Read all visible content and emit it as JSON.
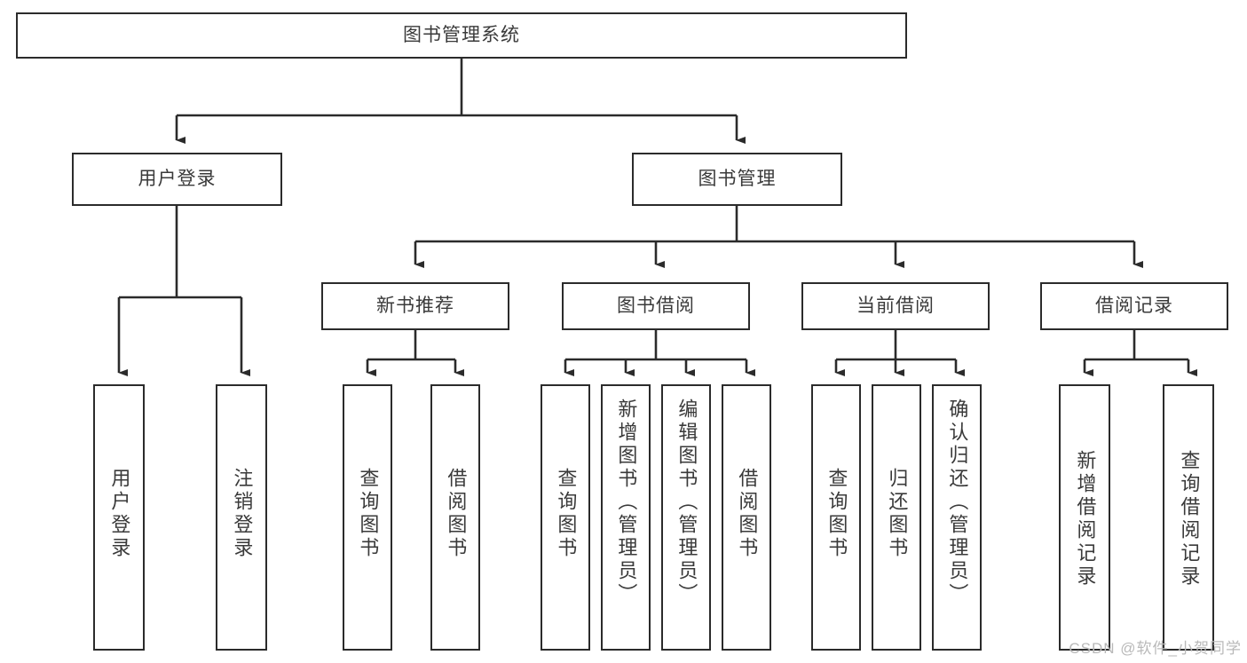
{
  "diagram": {
    "title": "图书管理系统",
    "root": {
      "label": "图书管理系统"
    },
    "level2": [
      {
        "label": "用户登录"
      },
      {
        "label": "图书管理"
      }
    ],
    "level3": [
      {
        "label": "新书推荐"
      },
      {
        "label": "图书借阅"
      },
      {
        "label": "当前借阅"
      },
      {
        "label": "借阅记录"
      }
    ],
    "leaves": {
      "user_login": [
        {
          "label": "用户登录"
        },
        {
          "label": "注销登录"
        }
      ],
      "new_book": [
        {
          "label": "查询图书"
        },
        {
          "label": "借阅图书"
        }
      ],
      "book_borrow": [
        {
          "label": "查询图书"
        },
        {
          "label": "新增图书（管理员）"
        },
        {
          "label": "编辑图书（管理员）"
        },
        {
          "label": "借阅图书"
        }
      ],
      "current_borrow": [
        {
          "label": "查询图书"
        },
        {
          "label": "归还图书"
        },
        {
          "label": "确认归还（管理员）"
        }
      ],
      "borrow_record": [
        {
          "label": "新增借阅记录"
        },
        {
          "label": "查询借阅记录"
        }
      ]
    }
  },
  "watermark": {
    "text": "CSDN @软件_小贺同学"
  },
  "colors": {
    "stroke": "#2b2b2b",
    "text": "#3a3a3a",
    "background": "#ffffff",
    "watermark": "#b9b9b9"
  }
}
